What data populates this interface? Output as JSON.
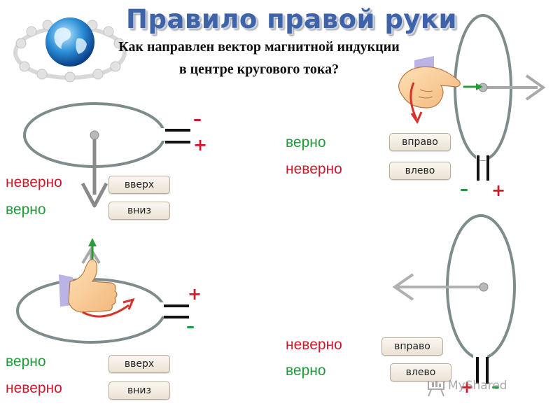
{
  "title": "Правило правой руки",
  "question": {
    "line1": "Как направлен вектор магнитной индукции",
    "line2": "в центре кругового тока?"
  },
  "panels": {
    "top_left": {
      "sign_top": "–",
      "sign_bottom": "+",
      "answers": [
        {
          "text": "неверно",
          "correct": false,
          "button": "вверх"
        },
        {
          "text": "верно",
          "correct": true,
          "button": "вниз"
        }
      ]
    },
    "top_right": {
      "sign_left": "–",
      "sign_right": "+",
      "answers": [
        {
          "text": "верно",
          "correct": true,
          "button": "вправо"
        },
        {
          "text": "неверно",
          "correct": false,
          "button": "влево"
        }
      ]
    },
    "bottom_left": {
      "sign_top": "+",
      "sign_bottom": "–",
      "answers": [
        {
          "text": "верно",
          "correct": true,
          "button": "вверх"
        },
        {
          "text": "неверно",
          "correct": false,
          "button": "вниз"
        }
      ]
    },
    "bottom_right": {
      "sign_left": "+",
      "sign_right": "–",
      "answers": [
        {
          "text": "неверно",
          "correct": false,
          "button": "вправо"
        },
        {
          "text": "верно",
          "correct": true,
          "button": "влево"
        }
      ]
    }
  },
  "watermark": "MyShared",
  "colors": {
    "title": "#3f63a8",
    "wrong": "#d11a2a",
    "right": "#1f9a3c",
    "loop": "#7f8c8c",
    "arrow": "#8a8a8a"
  }
}
